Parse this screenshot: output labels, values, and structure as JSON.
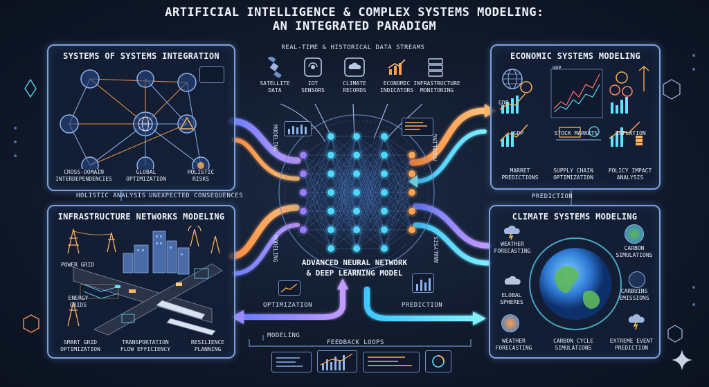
{
  "title_line1": "ARTIFICIAL INTELLIGENCE & COMPLEX SYSTEMS MODELING:",
  "title_line2": "AN INTEGRATED PARADIGM",
  "data_streams": {
    "title": "REAL-TIME & HISTORICAL DATA STREAMS",
    "items": [
      {
        "label": "SATELLITE\nDATA",
        "icon": "satellite-icon"
      },
      {
        "label": "IOT\nSENSORS",
        "icon": "iot-sensor-icon"
      },
      {
        "label": "CLIMATE\nRECORDS",
        "icon": "cloud-icon"
      },
      {
        "label": "ECONOMIC\nINDICATORS",
        "icon": "rising-chart-icon"
      },
      {
        "label": "INFRASTRUCTURE\nMONITORING",
        "icon": "server-icon"
      }
    ]
  },
  "sos": {
    "title": "SYSTEMS OF SYSTEMS INTEGRATION",
    "labels": [
      "CROSS-DOMAIN\nINTERDEPENDENCIES",
      "GLOBAL\nOPTIMIZATION",
      "HOLISTIC\nRISKS"
    ]
  },
  "econ": {
    "title": "ECONOMIC SYSTEMS MODELING",
    "gdp_tag": "GDP",
    "gdp_tag2": "GDP",
    "labels": [
      "GDP",
      "STOCK MARKETS",
      "INFLATION",
      "MARRET\nPREDICTIONS",
      "SUPPLY CHAIN\nOPTIMIZATION",
      "POLICY IMPACT\nANALYSIS"
    ]
  },
  "infra": {
    "title": "INFRASTRUCTURE NETWORKS MODELING",
    "labels": [
      "POWER GRID",
      "ENERGY\nGRIDS",
      "SMART GRID\nOPTIMIZATION",
      "TRANSPORTATION\nFLOW EFFICIENCY",
      "RESILIENCE\nPLANNING"
    ]
  },
  "climate": {
    "title": "CLIMATE SYSTEMS MODELING",
    "labels": [
      "WEATHER\nFORECASTING",
      "CARBON\nSIMULATIONS",
      "ELOBAL\nSPHERES",
      "CARBUINS\nEMISSIONS",
      "WEATHER\nFORECASTING",
      "CARBON CYCLE\nSIMULATIONS",
      "EXTREME EVENT\nPREDICTION"
    ]
  },
  "core": {
    "line1": "ADVANCED NEURAL NETWORK",
    "line2": "& DEEP LEARNING MODEL"
  },
  "flows": {
    "holistic": "HOLISTIC ANALYSIS",
    "unexpected": "UNEXPECTED CONSEQUENCES",
    "prediction_right": "PREDICTION",
    "optimization": "OPTIMIZATION",
    "prediction_bottom": "PREDICTION",
    "modeling_bottom": "MODELING",
    "feedback": "FEEDBACK LOOPS",
    "modeling_left_top": "MODELING",
    "modeling_right_top": "MODELING",
    "modeling_left_mid": "MODELING",
    "analysis_right_mid": "ANALYSIS"
  },
  "colors": {
    "purple": "#a88bff",
    "orange": "#ff9d4a",
    "cyan": "#5fe3ff",
    "node_purple": "#9b7dff",
    "node_cyan": "#4fd8ff",
    "node_orange": "#ffa552"
  }
}
